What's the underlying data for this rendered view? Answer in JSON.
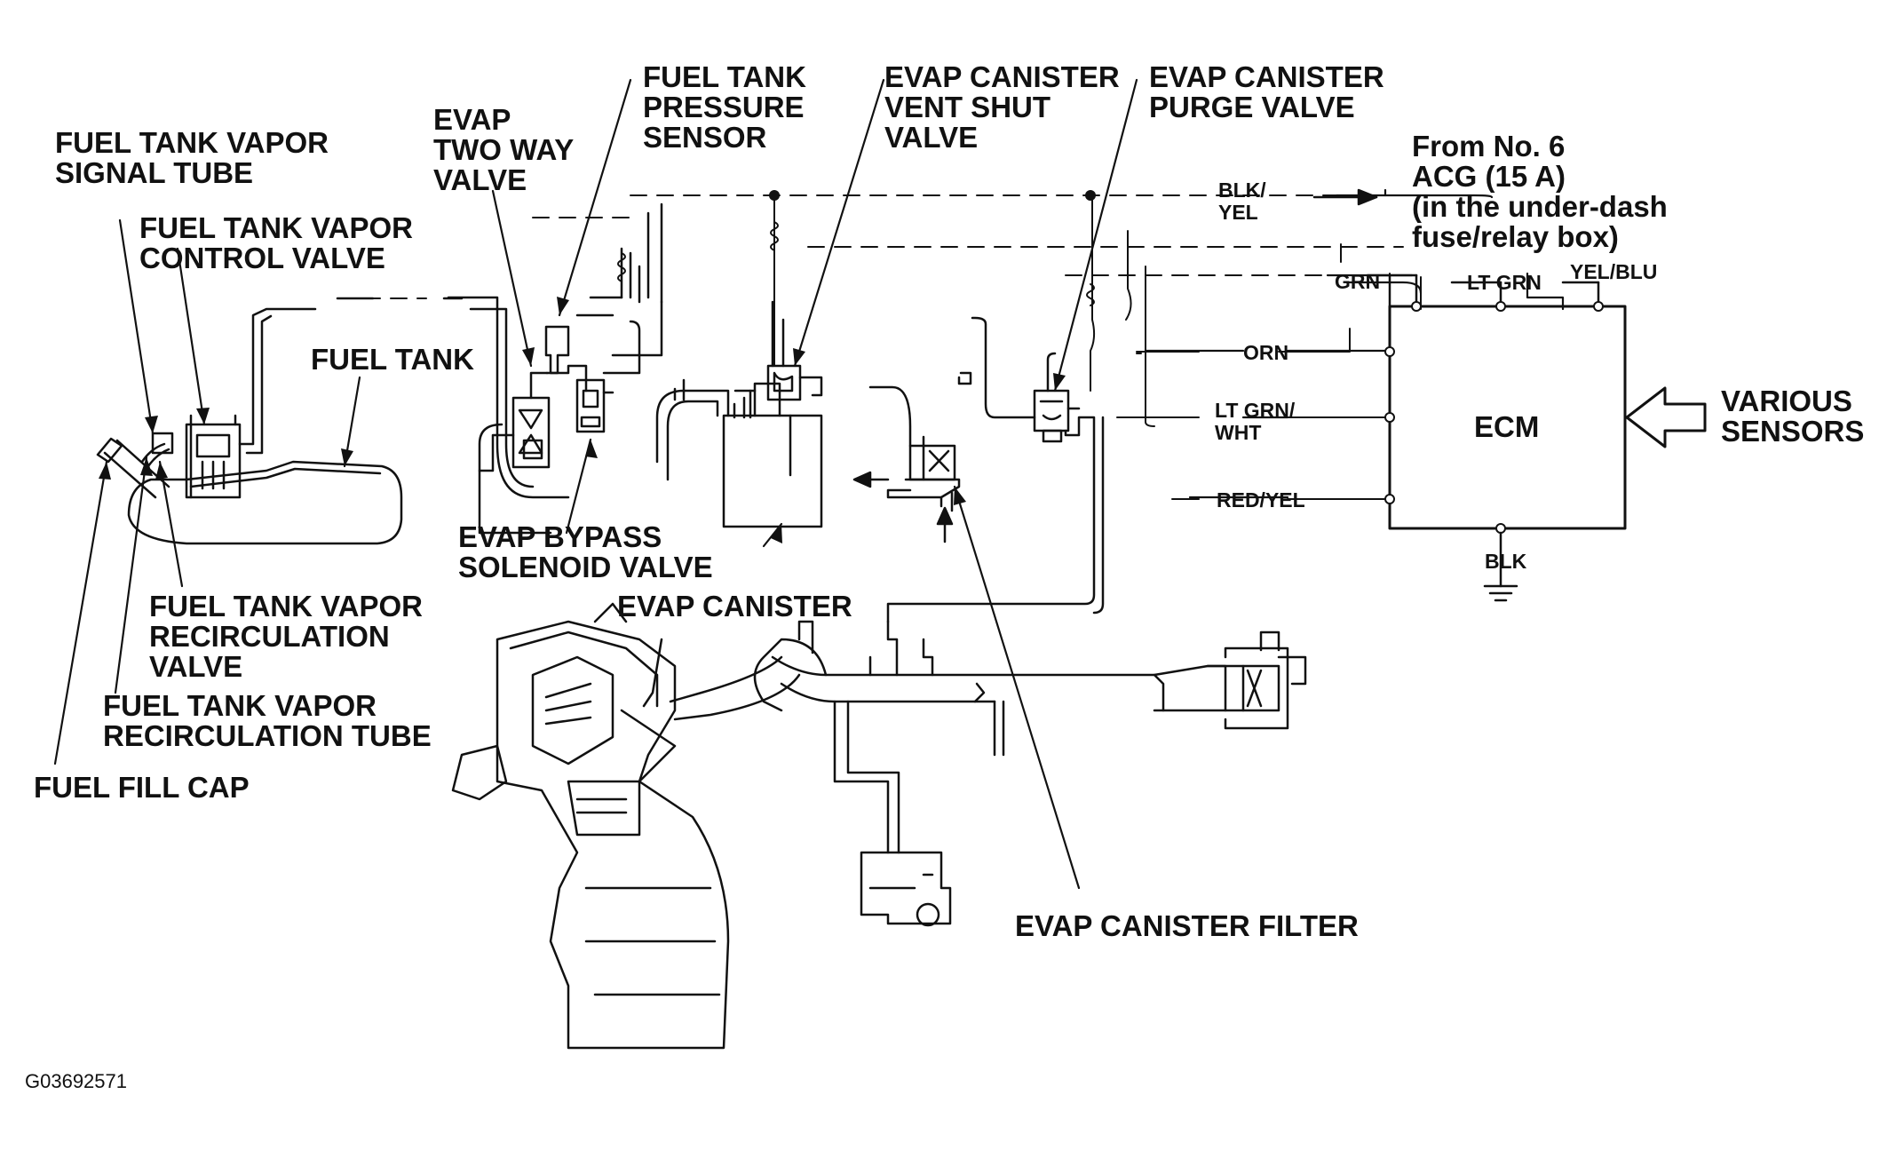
{
  "labels": {
    "fuel_tank_vapor_signal_tube": [
      "FUEL TANK VAPOR",
      "SIGNAL TUBE"
    ],
    "fuel_tank_vapor_control_valve": [
      "FUEL TANK VAPOR",
      "CONTROL VALVE"
    ],
    "fuel_tank": [
      "FUEL TANK"
    ],
    "evap_two_way_valve": [
      "EVAP",
      "TWO WAY",
      "VALVE"
    ],
    "fuel_tank_pressure_sensor": [
      "FUEL TANK",
      "PRESSURE",
      "SENSOR"
    ],
    "evap_canister_vent_shut_valve": [
      "EVAP CANISTER",
      "VENT SHUT",
      "VALVE"
    ],
    "evap_canister_purge_valve": [
      "EVAP CANISTER",
      "PURGE VALVE"
    ],
    "from_no6": [
      "From No. 6",
      "ACG (15 A)",
      "(in the under-dash",
      "fuse/relay box)"
    ],
    "various_sensors": [
      "VARIOUS",
      "SENSORS"
    ],
    "evap_bypass_solenoid_valve": [
      "EVAP BYPASS",
      "SOLENOID VALVE"
    ],
    "evap_canister": [
      "EVAP CANISTER"
    ],
    "fuel_tank_vapor_recirculation_valve": [
      "FUEL TANK VAPOR",
      "RECIRCULATION",
      "VALVE"
    ],
    "fuel_tank_vapor_recirculation_tube": [
      "FUEL TANK VAPOR",
      "RECIRCULATION TUBE"
    ],
    "fuel_fill_cap": [
      "FUEL FILL CAP"
    ],
    "evap_canister_filter": [
      "EVAP CANISTER FILTER"
    ]
  },
  "wires": {
    "blk_yel": [
      "BLK/",
      "YEL"
    ],
    "grn": [
      "GRN"
    ],
    "lt_grn": [
      "LT GRN"
    ],
    "yel_blu": [
      "YEL/BLU"
    ],
    "orn": [
      "ORN"
    ],
    "lt_grn_wht": [
      "LT GRN/",
      "WHT"
    ],
    "red_yel": [
      "RED/YEL"
    ],
    "blk": [
      "BLK"
    ]
  },
  "ecm": {
    "label": "ECM"
  },
  "figure_code": "G03692571"
}
